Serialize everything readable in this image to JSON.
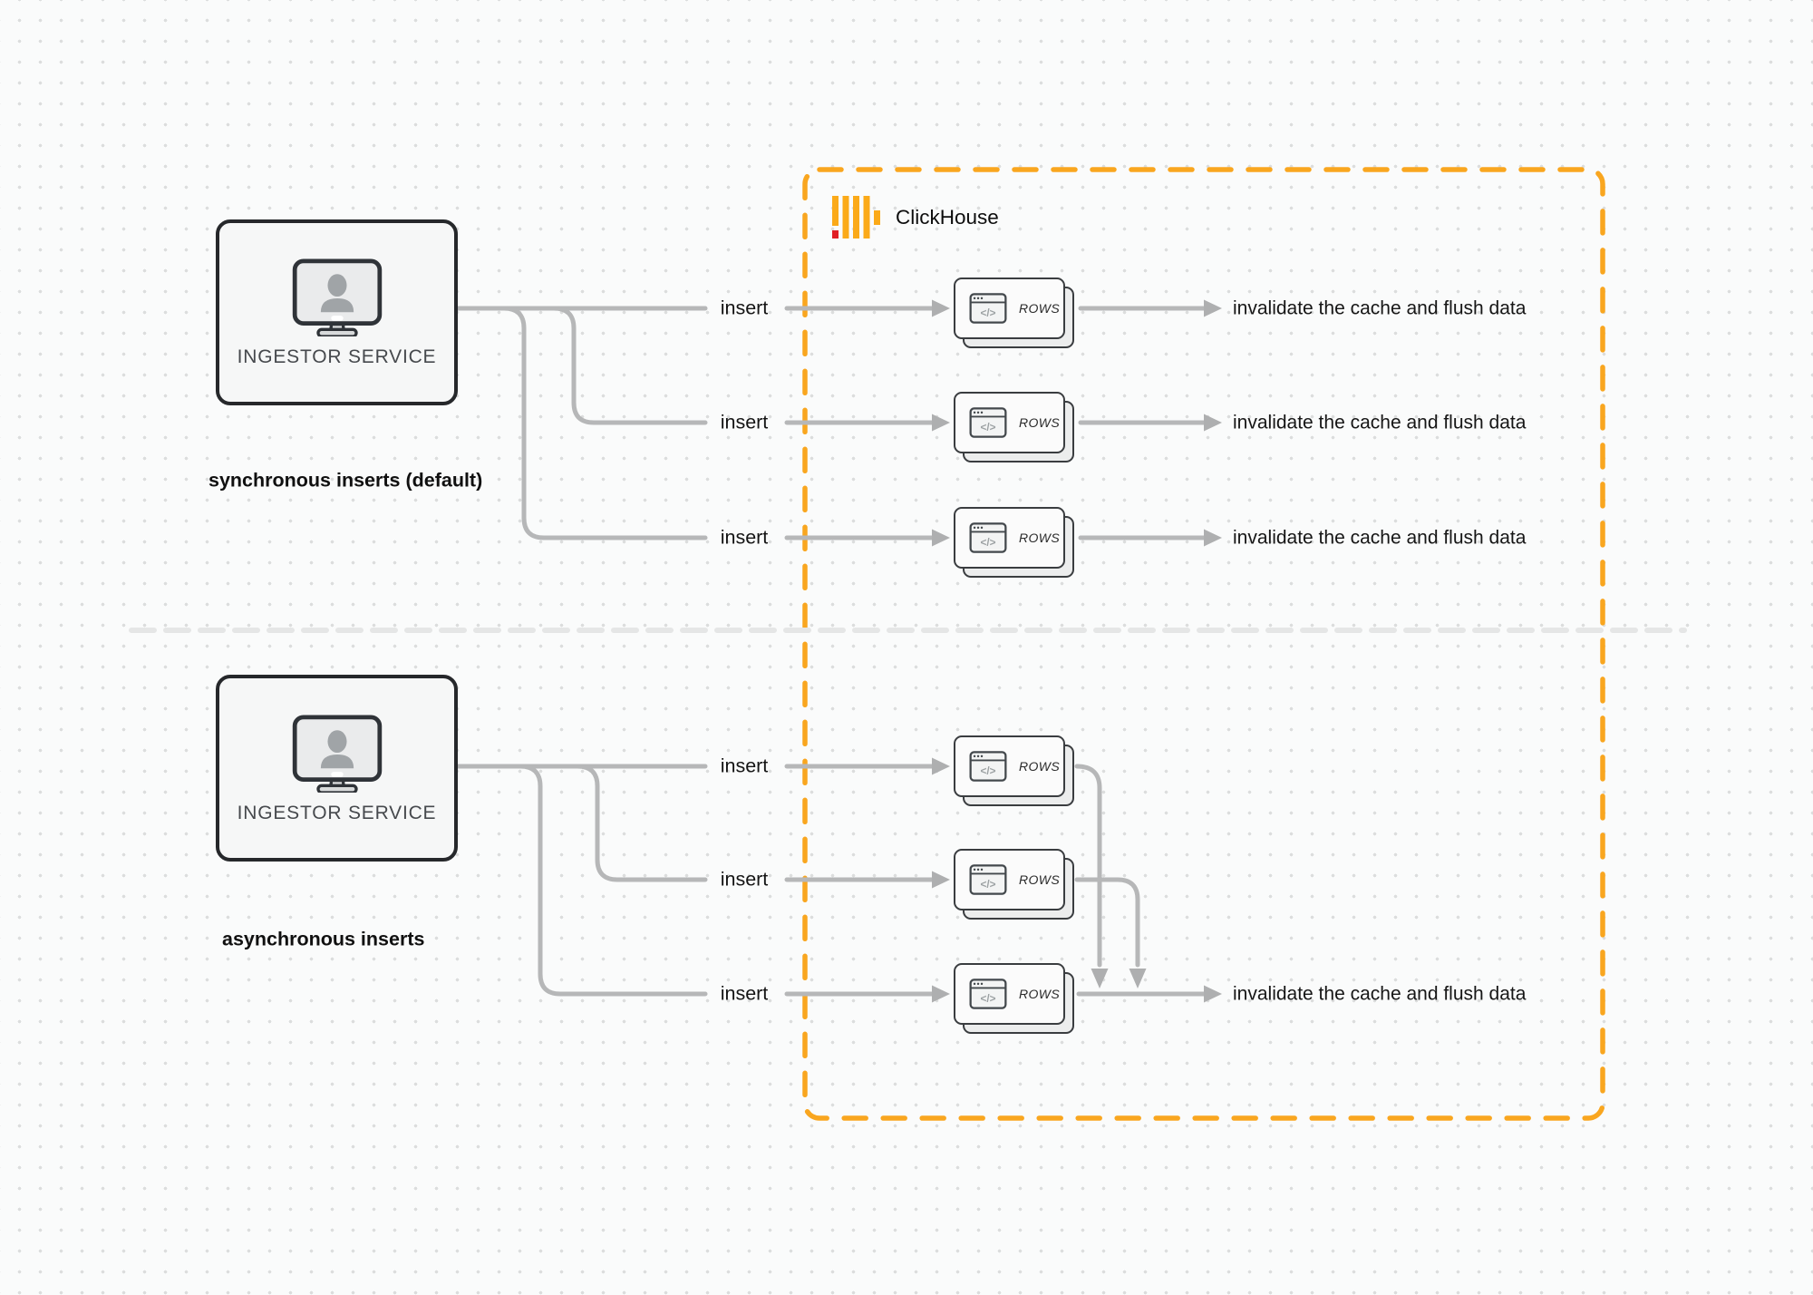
{
  "clickhouse": {
    "name": "ClickHouse"
  },
  "sync": {
    "title": "synchronous inserts (default)",
    "ingestor_label": "INGESTOR SERVICE",
    "rows": [
      {
        "insert": "insert",
        "block": "ROWS",
        "result": "invalidate the cache and flush data"
      },
      {
        "insert": "insert",
        "block": "ROWS",
        "result": "invalidate the cache and flush data"
      },
      {
        "insert": "insert",
        "block": "ROWS",
        "result": "invalidate the cache and flush data"
      }
    ]
  },
  "async": {
    "title": "asynchronous inserts",
    "ingestor_label": "INGESTOR SERVICE",
    "rows": [
      {
        "insert": "insert",
        "block": "ROWS"
      },
      {
        "insert": "insert",
        "block": "ROWS"
      },
      {
        "insert": "insert",
        "block": "ROWS",
        "result": "invalidate the cache and flush data"
      }
    ]
  },
  "colors": {
    "accent_orange": "#F9A61F",
    "logo_yellow": "#FBAA19",
    "logo_red": "#E11E25",
    "connector_gray": "#b6b7b8",
    "divider_gray": "#e5e6e6"
  }
}
